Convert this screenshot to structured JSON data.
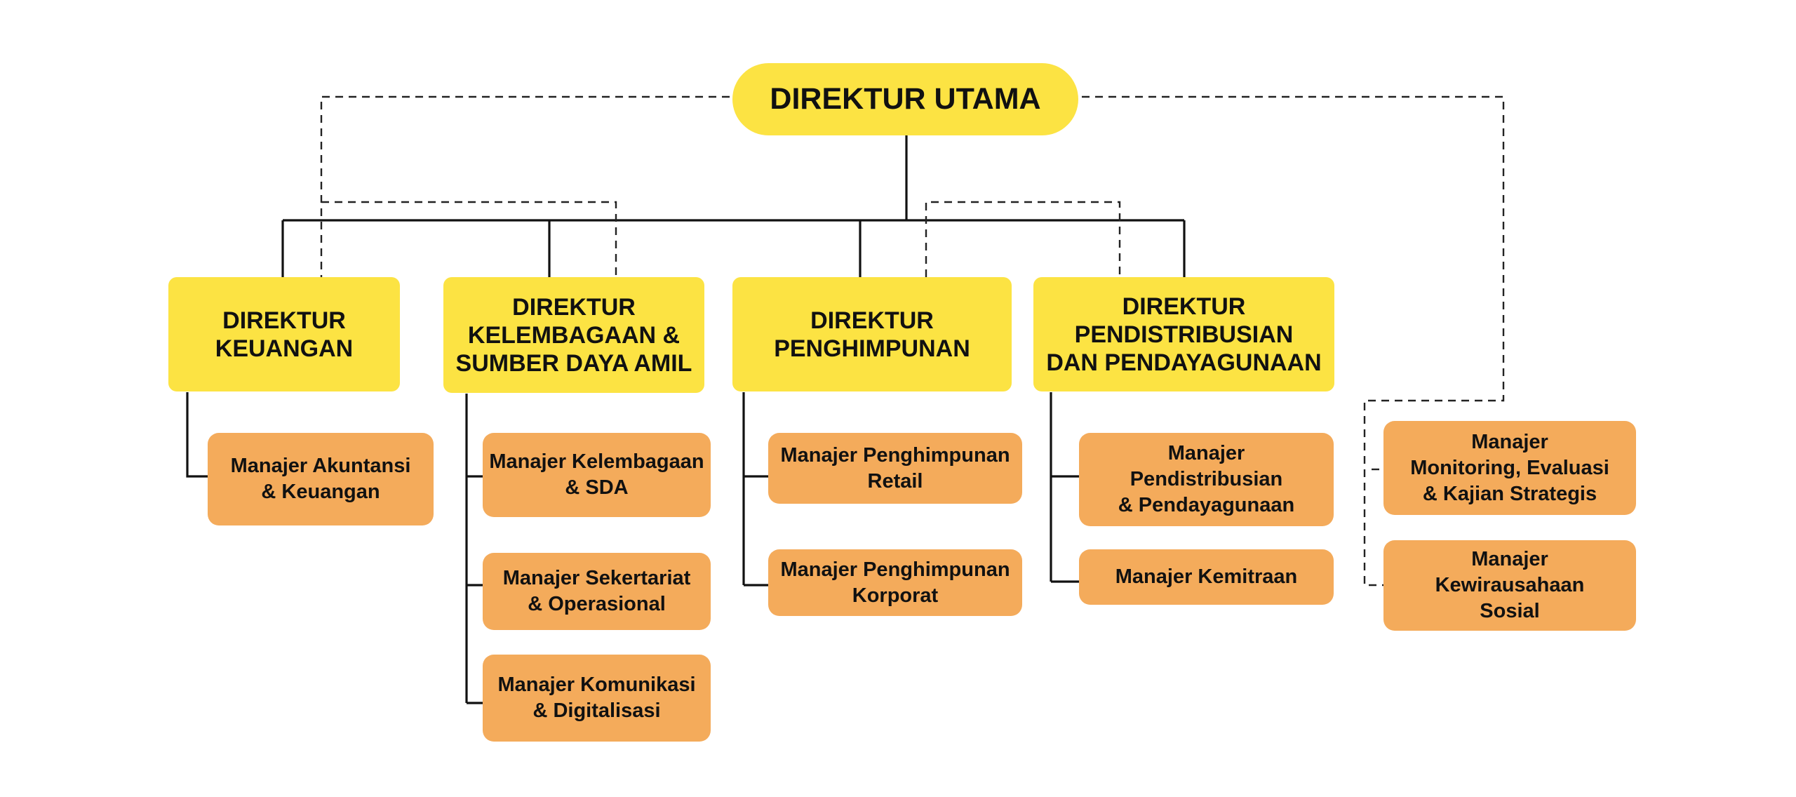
{
  "root": {
    "label": "DIREKTUR UTAMA"
  },
  "directors": [
    {
      "label": "DIREKTUR\nKEUANGAN",
      "managers": [
        {
          "label": "Manajer Akuntansi\n& Keuangan"
        }
      ]
    },
    {
      "label": "DIREKTUR\nKELEMBAGAAN &\nSUMBER DAYA AMIL",
      "managers": [
        {
          "label": "Manajer Kelembagaan\n& SDA"
        },
        {
          "label": "Manajer Sekertariat\n& Operasional"
        },
        {
          "label": "Manajer Komunikasi\n& Digitalisasi"
        }
      ]
    },
    {
      "label": "DIREKTUR\nPENGHIMPUNAN",
      "managers": [
        {
          "label": "Manajer Penghimpunan\nRetail"
        },
        {
          "label": "Manajer Penghimpunan\nKorporat"
        }
      ]
    },
    {
      "label": "DIREKTUR\nPENDISTRIBUSIAN\nDAN PENDAYAGUNAAN",
      "managers": [
        {
          "label": "Manajer\nPendistribusian\n& Pendayagunaan"
        },
        {
          "label": "Manajer Kemitraan"
        }
      ]
    }
  ],
  "staff_managers": [
    {
      "label": "Manajer\nMonitoring, Evaluasi\n& Kajian Strategis"
    },
    {
      "label": "Manajer\nKewirausahaan\nSosial"
    }
  ],
  "colors": {
    "director_fill": "#fce343",
    "manager_fill": "#f4ab5b",
    "line": "#111111"
  }
}
